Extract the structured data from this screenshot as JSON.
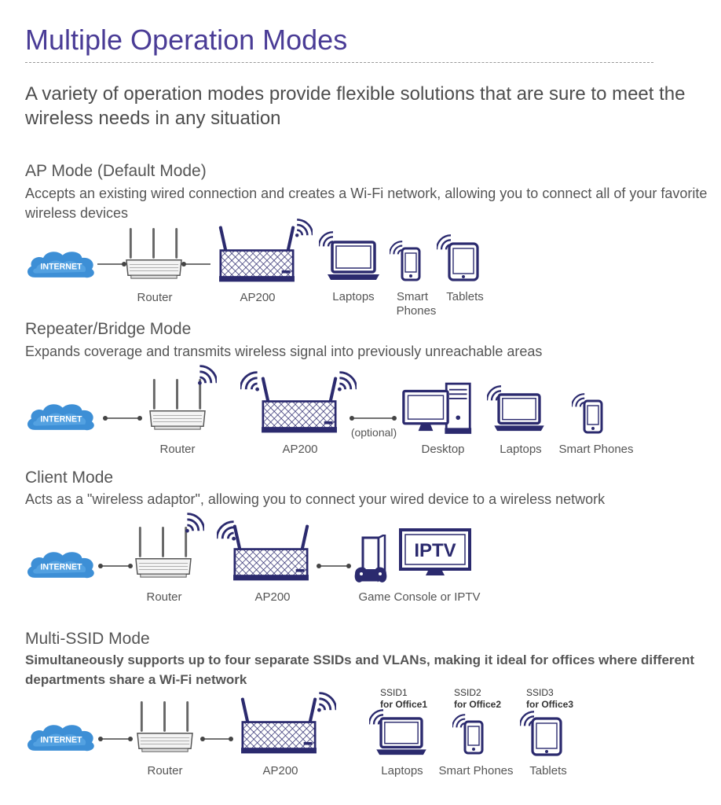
{
  "title": "Multiple Operation Modes",
  "subtitle": "A variety of operation modes provide flexible solutions that are sure to meet the wireless needs in any situation",
  "internet_label": "INTERNET",
  "colors": {
    "title": "#4a3c96",
    "device": "#2b2a6e",
    "cloud": "#3d8fd6",
    "text": "#555555"
  },
  "modes": [
    {
      "title": "AP Mode (Default Mode)",
      "description": "Accepts an existing wired connection and creates a Wi-Fi network, allowing you to connect all of your favorite wireless devices",
      "labels": {
        "router": "Router",
        "ap": "AP200",
        "laptops": "Laptops",
        "smart_phones_1": "Smart",
        "smart_phones_2": "Phones",
        "tablets": "Tablets"
      }
    },
    {
      "title": "Repeater/Bridge Mode",
      "description": "Expands coverage and transmits wireless signal into previously unreachable areas",
      "labels": {
        "router": "Router",
        "ap": "AP200",
        "optional": "(optional)",
        "desktop": "Desktop",
        "laptops": "Laptops",
        "smart_phones": "Smart Phones"
      }
    },
    {
      "title": "Client Mode",
      "description": "Acts as a \"wireless adaptor\", allowing you to connect your wired device to a wireless network",
      "labels": {
        "router": "Router",
        "ap": "AP200",
        "game_console": "Game Console or IPTV",
        "iptv": "IPTV"
      }
    },
    {
      "title": "Multi-SSID Mode",
      "description": "Simultaneously supports up to four separate SSIDs and VLANs, making it ideal for offices where different departments share a Wi-Fi network",
      "labels": {
        "router": "Router",
        "ap": "AP200",
        "laptops": "Laptops",
        "smart_phones": "Smart Phones",
        "tablets": "Tablets",
        "ssid1": "SSID1",
        "ssid1_for": "for Office1",
        "ssid2": "SSID2",
        "ssid2_for": "for Office2",
        "ssid3": "SSID3",
        "ssid3_for": "for Office3"
      }
    }
  ]
}
